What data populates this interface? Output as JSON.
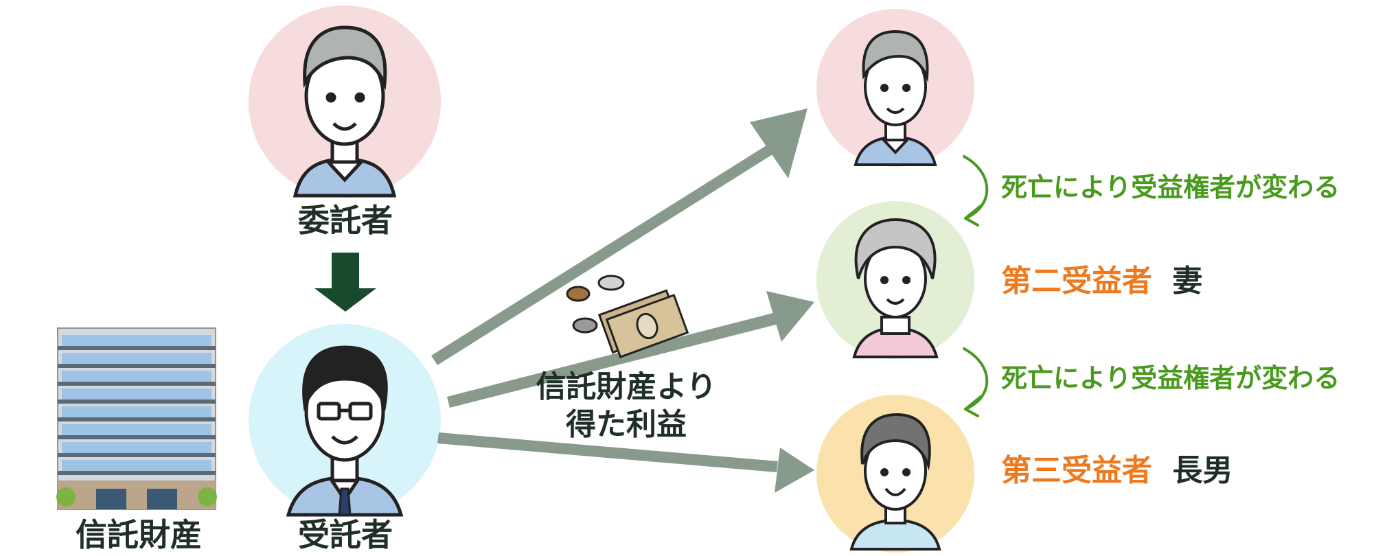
{
  "colors": {
    "arrow_gray": "#879a8c",
    "arrow_dark": "#184a2d",
    "note_green": "#4a9a1f",
    "beneficiary_orange": "#ee7a20",
    "text_dark": "#1f2e26",
    "circle_pink": "#f6dcdd",
    "circle_blue": "#d8f4fb",
    "circle_green": "#e3efd4",
    "circle_yellow": "#fbe2ad"
  },
  "labels": {
    "settlor": "委託者",
    "trustee": "受託者",
    "trust_property": "信託財産",
    "profit_line1": "信託財産より",
    "profit_line2": "得た利益",
    "note_change_1": "死亡により受益権者が変わる",
    "note_change_2": "死亡により受益権者が変わる",
    "second_beneficiary": "第二受益者",
    "second_beneficiary_person": "妻",
    "third_beneficiary": "第三受益者",
    "third_beneficiary_person": "長男"
  },
  "icons": {
    "settlor": "elderly-man-icon",
    "trustee": "businessman-icon",
    "first_beneficiary": "elderly-man-icon",
    "second_beneficiary": "elderly-woman-icon",
    "third_beneficiary": "young-man-icon",
    "property": "apartment-building-icon",
    "money": "money-icon"
  }
}
